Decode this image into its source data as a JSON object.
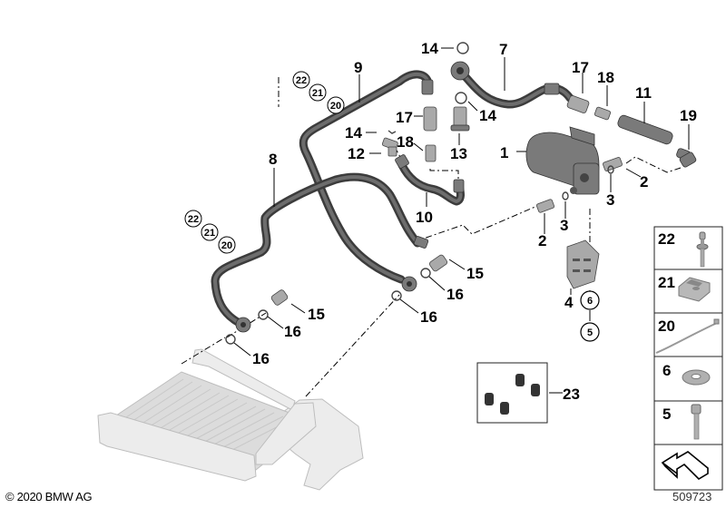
{
  "diagram": {
    "type": "parts-exploded-view",
    "diagram_id": "509723",
    "copyright": "© 2020 BMW AG",
    "callouts": [
      {
        "id": "c1",
        "label": "1"
      },
      {
        "id": "c2a",
        "label": "2"
      },
      {
        "id": "c2b",
        "label": "2"
      },
      {
        "id": "c3a",
        "label": "3"
      },
      {
        "id": "c3b",
        "label": "3"
      },
      {
        "id": "c4",
        "label": "4"
      },
      {
        "id": "c7",
        "label": "7"
      },
      {
        "id": "c8",
        "label": "8"
      },
      {
        "id": "c9",
        "label": "9"
      },
      {
        "id": "c10",
        "label": "10"
      },
      {
        "id": "c11",
        "label": "11"
      },
      {
        "id": "c12",
        "label": "12"
      },
      {
        "id": "c13",
        "label": "13"
      },
      {
        "id": "c14a",
        "label": "14"
      },
      {
        "id": "c14b",
        "label": "14"
      },
      {
        "id": "c14c",
        "label": "14"
      },
      {
        "id": "c15a",
        "label": "15"
      },
      {
        "id": "c15b",
        "label": "15"
      },
      {
        "id": "c16a",
        "label": "16"
      },
      {
        "id": "c16b",
        "label": "16"
      },
      {
        "id": "c16c",
        "label": "16"
      },
      {
        "id": "c16d",
        "label": "16"
      },
      {
        "id": "c17a",
        "label": "17"
      },
      {
        "id": "c17b",
        "label": "17"
      },
      {
        "id": "c18a",
        "label": "18"
      },
      {
        "id": "c18b",
        "label": "18"
      },
      {
        "id": "c19",
        "label": "19"
      },
      {
        "id": "c23",
        "label": "23"
      }
    ],
    "circled_callouts": {
      "upper_group": [
        "22",
        "21",
        "20"
      ],
      "lower_group": [
        "22",
        "21",
        "20"
      ],
      "bracket_group": [
        "6",
        "5"
      ]
    },
    "legend": [
      {
        "number": "22",
        "part": "rivet-icon"
      },
      {
        "number": "21",
        "part": "cable-tie-mount-icon"
      },
      {
        "number": "20",
        "part": "cable-tie-icon"
      },
      {
        "number": "6",
        "part": "washer-icon"
      },
      {
        "number": "5",
        "part": "socket-head-screw-icon"
      },
      {
        "number": "",
        "part": "arrow-forward-icon"
      }
    ]
  }
}
